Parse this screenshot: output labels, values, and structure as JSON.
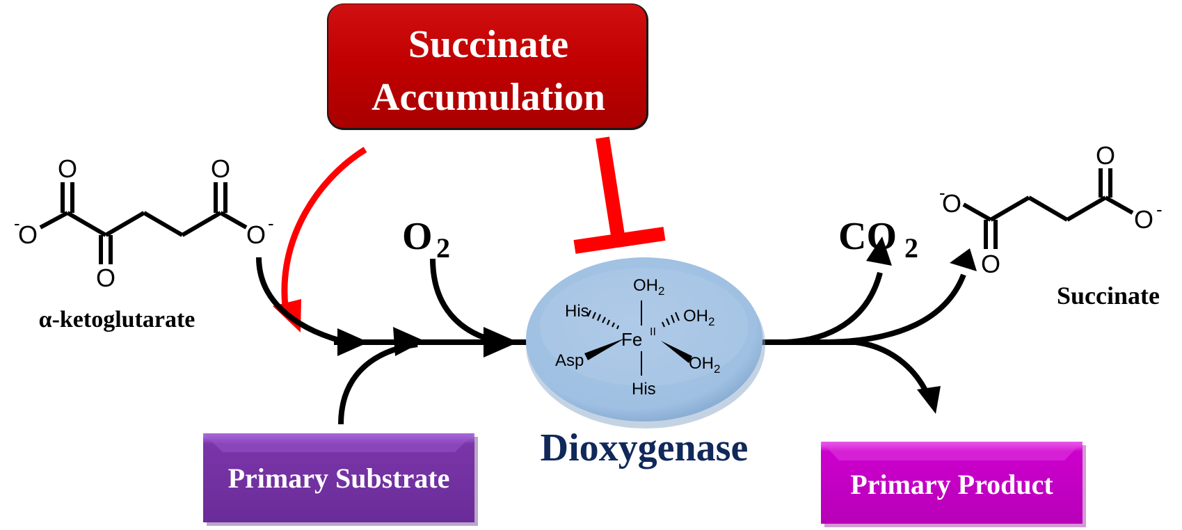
{
  "title_box": {
    "line1": "Succinate",
    "line2": "Accumulation",
    "color": "#c00000"
  },
  "reactant": {
    "name": "α-ketoglutarate",
    "atoms": {
      "O": "O",
      "O_minus": "O",
      "charge": "-"
    }
  },
  "cosubstrate": {
    "main": "O",
    "sub": "2"
  },
  "co2": {
    "main": "CO",
    "sub": "2"
  },
  "product_succinate": {
    "name": "Succinate"
  },
  "enzyme": {
    "name": "Dioxygenase",
    "name_color": "#10285a",
    "fill": "#a4c2e4",
    "center": "Fe",
    "oxidation": "II",
    "ligands": {
      "top": "OH",
      "top_sub": "2",
      "upper_left": "His",
      "upper_right": "OH",
      "upper_right_sub": "2",
      "lower_left": "Asp",
      "lower_right": "OH",
      "lower_right_sub": "2",
      "bottom": "His"
    }
  },
  "substrate_box": {
    "label": "Primary Substrate",
    "color": "#7030a0"
  },
  "product_box": {
    "label": "Primary Product",
    "color": "#cc00cc"
  },
  "colors": {
    "inhibition": "#ff0000",
    "arrow": "#000000"
  }
}
